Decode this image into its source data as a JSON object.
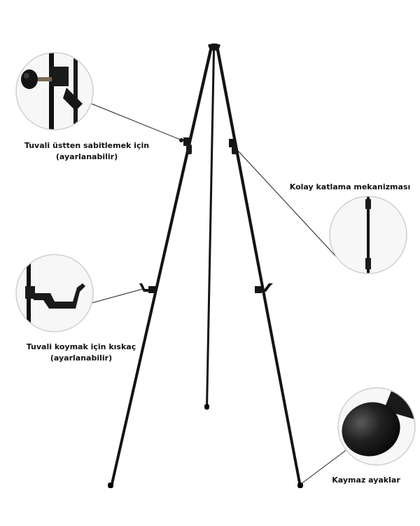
{
  "annotations": {
    "top_clamp": {
      "line1": "Tuvali üstten sabitlemek için",
      "line2": "(ayarlanabilir)"
    },
    "fold": {
      "line1": "Kolay katlama mekanizması"
    },
    "holder": {
      "line1": "Tuvali koymak için kıskaç",
      "line2": "(ayarlanabilir)"
    },
    "feet": {
      "line1": "Kaymaz ayaklar"
    }
  },
  "colors": {
    "easel": "#141414",
    "leader": "#222222",
    "circle_border": "#cfcfcf",
    "background": "#ffffff"
  }
}
